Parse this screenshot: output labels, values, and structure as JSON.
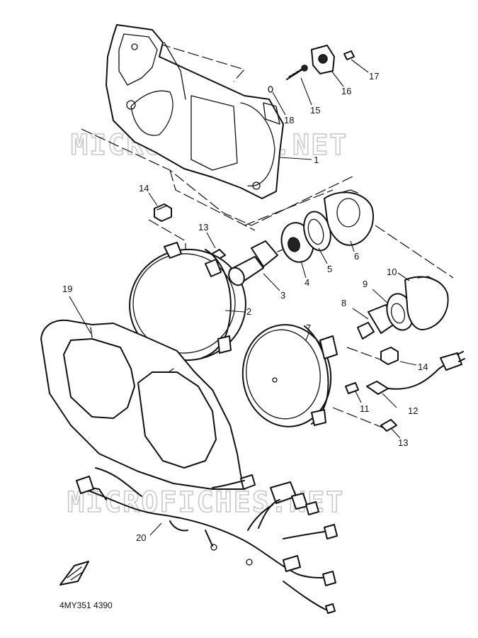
{
  "watermark": {
    "text": "MICROFICHES.NET"
  },
  "diagram_code": "4MY351 4390",
  "callouts": [
    "1",
    "2",
    "3",
    "4",
    "5",
    "6",
    "7",
    "8",
    "9",
    "10",
    "11",
    "12",
    "13",
    "13",
    "14",
    "14",
    "15",
    "16",
    "17",
    "18",
    "19",
    "20"
  ],
  "colors": {
    "ink": "#111111",
    "paper": "#ffffff",
    "watermark": "#c9c9c9"
  }
}
